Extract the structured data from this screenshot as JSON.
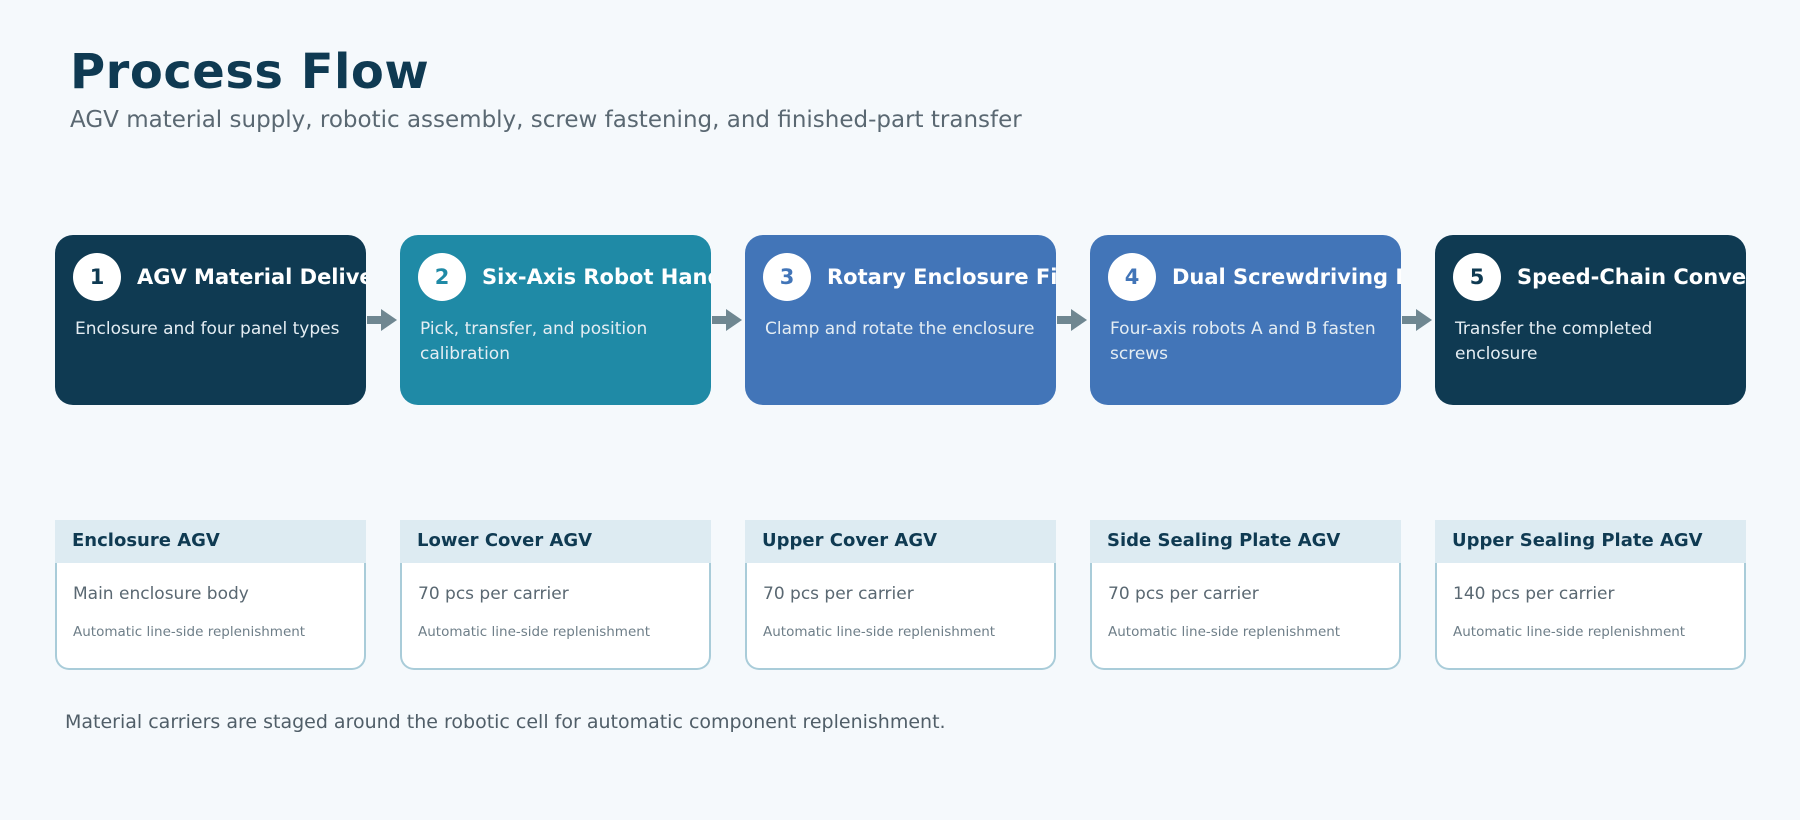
{
  "header": {
    "title": "Process Flow",
    "subtitle": "AGV material supply, robotic assembly, screw fastening, and finished-part transfer"
  },
  "steps": [
    {
      "number": "1",
      "title": "AGV Material Delivery",
      "description": "Enclosure and four panel types",
      "color": "#0f3a52"
    },
    {
      "number": "2",
      "title": "Six-Axis Robot Handling",
      "description": "Pick, transfer, and position calibration",
      "color": "#1f8aa6"
    },
    {
      "number": "3",
      "title": "Rotary Enclosure Fixture",
      "description": "Clamp and rotate the enclosure",
      "color": "#4275b8"
    },
    {
      "number": "4",
      "title": "Dual Screwdriving Robots",
      "description": "Four-axis robots A and B fasten screws",
      "color": "#4275b8"
    },
    {
      "number": "5",
      "title": "Speed-Chain Conveyor",
      "description": "Transfer the completed enclosure",
      "color": "#0f3a52"
    }
  ],
  "agvs": [
    {
      "title": "Enclosure AGV",
      "detail": "Main enclosure body",
      "note": "Automatic line-side replenishment"
    },
    {
      "title": "Lower Cover AGV",
      "detail": "70 pcs per carrier",
      "note": "Automatic line-side replenishment"
    },
    {
      "title": "Upper Cover AGV",
      "detail": "70 pcs per carrier",
      "note": "Automatic line-side replenishment"
    },
    {
      "title": "Side Sealing Plate AGV",
      "detail": "70 pcs per carrier",
      "note": "Automatic line-side replenishment"
    },
    {
      "title": "Upper Sealing Plate AGV",
      "detail": "140 pcs per carrier",
      "note": "Automatic line-side replenishment"
    }
  ],
  "footer": {
    "note": "Material carriers are staged around the robotic cell for automatic component replenishment."
  },
  "colors": {
    "arrow": "#6f8791",
    "navy": "#0f3a52",
    "teal": "#1f8aa6",
    "blue": "#4275b8"
  }
}
